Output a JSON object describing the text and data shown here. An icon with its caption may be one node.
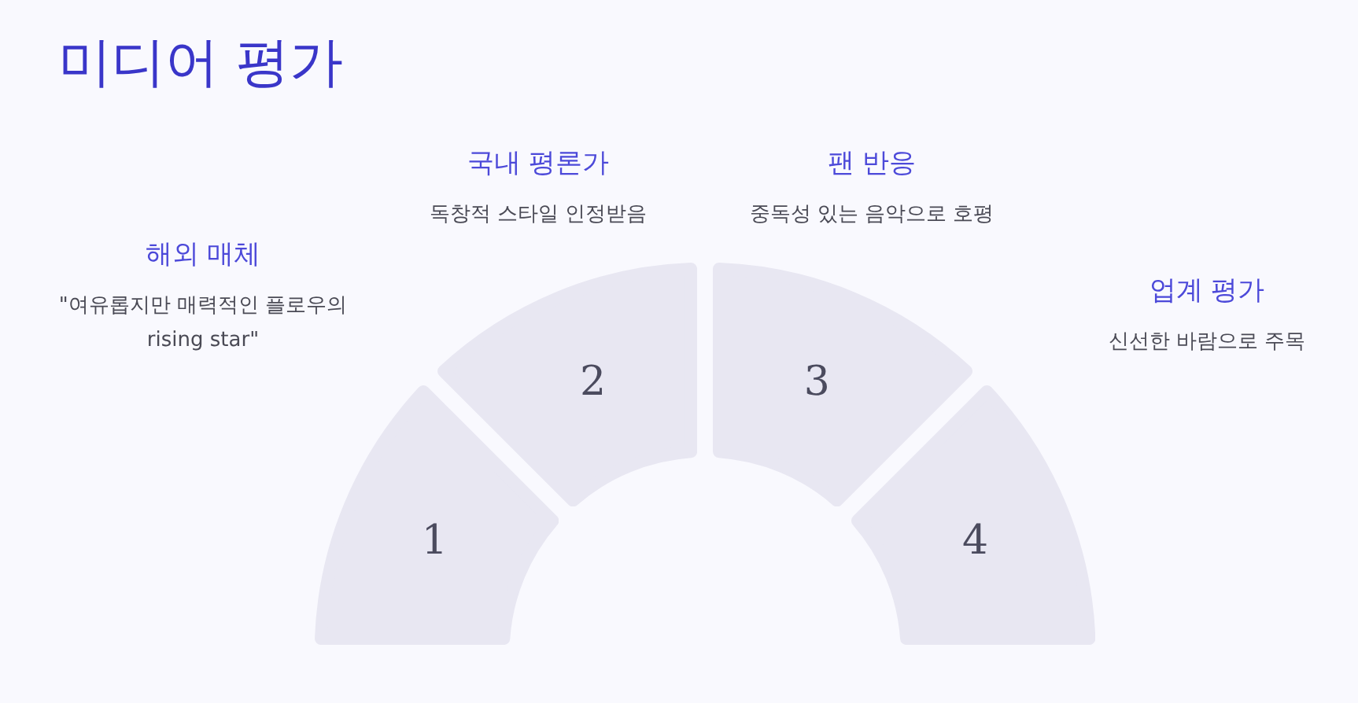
{
  "diagram": {
    "title": "미디어 평가",
    "nodes": [
      {
        "text": [
          "1"
        ],
        "beside": [
          "해외 매체",
          "\"여유롭지만 매력적인 플로우의 rising star\""
        ]
      },
      {
        "text": [
          "2"
        ],
        "beside": [
          "국내 평론가",
          "독창적 스타일 인정받음"
        ]
      },
      {
        "text": [
          "3"
        ],
        "beside": [
          "팬 반응",
          "중독성 있는 음악으로 호평"
        ]
      },
      {
        "text": [
          "4"
        ],
        "beside": [
          "업계 평가",
          "신선한 바람으로 주목"
        ]
      }
    ]
  }
}
